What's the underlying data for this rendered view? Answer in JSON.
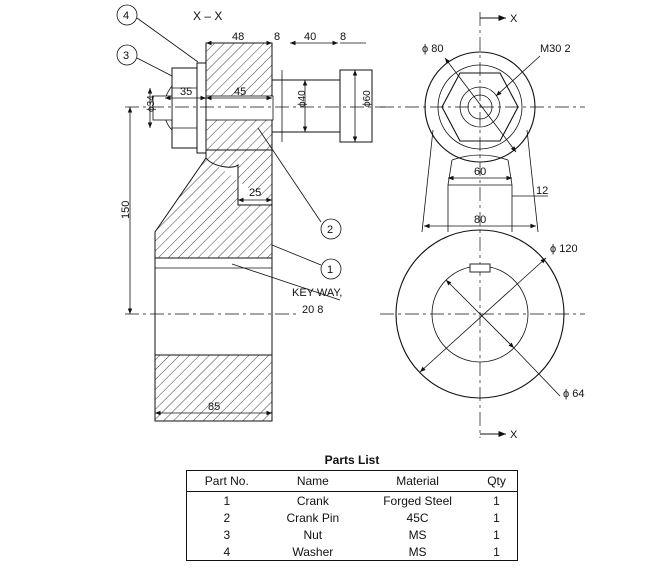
{
  "section_label": "X – X",
  "x_marker": "X",
  "balloons": [
    "4",
    "3",
    "2",
    "1"
  ],
  "dimensions": {
    "d48": "48",
    "d8a": "8",
    "d40": "40",
    "d8b": "8",
    "d35": "35",
    "d45": "45",
    "d34": "ϕ34",
    "d40dia": "ϕ40",
    "d60dia": "ϕ60",
    "d25": "25",
    "d150": "150",
    "d85": "85",
    "keyway_label": "KEY WAY,",
    "keyway_size": "20  8",
    "phi80": "ϕ 80",
    "m30": "M30   2",
    "d60": "60",
    "d12": "12",
    "d80": "80",
    "phi120": "ϕ 120",
    "phi64": "ϕ 64"
  },
  "parts_list": {
    "title": "Parts List",
    "headers": [
      "Part No.",
      "Name",
      "Material",
      "Qty"
    ],
    "rows": [
      [
        "1",
        "Crank",
        "Forged Steel",
        "1"
      ],
      [
        "2",
        "Crank Pin",
        "45C",
        "1"
      ],
      [
        "3",
        "Nut",
        "MS",
        "1"
      ],
      [
        "4",
        "Washer",
        "MS",
        "1"
      ]
    ]
  }
}
